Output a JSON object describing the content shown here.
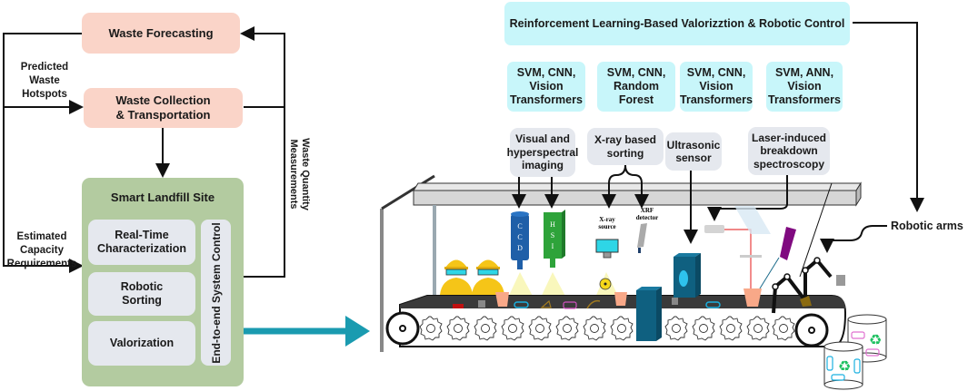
{
  "left_flow": {
    "waste_forecasting": "Waste Forecasting",
    "waste_collection": [
      "Waste Collection",
      "& Transportation"
    ],
    "predicted_hotspots": [
      "Predicted",
      "Waste",
      "Hotspots"
    ],
    "estimated_capacity": [
      "Estimated",
      "Capacity",
      "Requirements"
    ],
    "waste_quantity": [
      "Waste Quantity",
      "Measurements"
    ],
    "landfill": {
      "title": "Smart Landfill Site",
      "modules": [
        [
          "Real-Time",
          "Characterization"
        ],
        [
          "Robotic",
          "Sorting"
        ],
        [
          "Valorization"
        ]
      ],
      "control": "End-to-end System Control"
    }
  },
  "right_panel": {
    "rl_header": "Reinforcement Learning-Based Valorizztion & Robotic Control",
    "models": [
      [
        "SVM, CNN,",
        "Vision",
        "Transformers"
      ],
      [
        "SVM, CNN,",
        "Random",
        "Forest"
      ],
      [
        "SVM, CNN,",
        "Vision",
        "Transformers"
      ],
      [
        "SVM, ANN,",
        "Vision",
        "Transformers"
      ]
    ],
    "sensors": [
      [
        "Visual and",
        "hyperspectral",
        "imaging"
      ],
      [
        "X-ray based",
        "sorting"
      ],
      [
        "Ultrasonic",
        "sensor"
      ],
      [
        "Laser-induced",
        "breakdown",
        "spectroscopy"
      ]
    ],
    "robotic_arms": "Robotic arms",
    "ccd_label": [
      "C",
      "C",
      "D"
    ],
    "hsi_label": [
      "H",
      "S",
      "I"
    ],
    "xray_source": [
      "X-ray",
      "source"
    ],
    "xrf_detector": [
      "XRF",
      "detector"
    ]
  },
  "colors": {
    "pink": "#fad4c8",
    "green": "#b3cba0",
    "grey": "#e5e8ee",
    "cyan": "#c8f6fa",
    "teal_arrow": "#1a9bb0",
    "ccd_blue": "#1f5fa8",
    "hsi_green": "#2ea33a",
    "worker_yellow": "#f5c518",
    "unit_teal": "#0f6080"
  }
}
